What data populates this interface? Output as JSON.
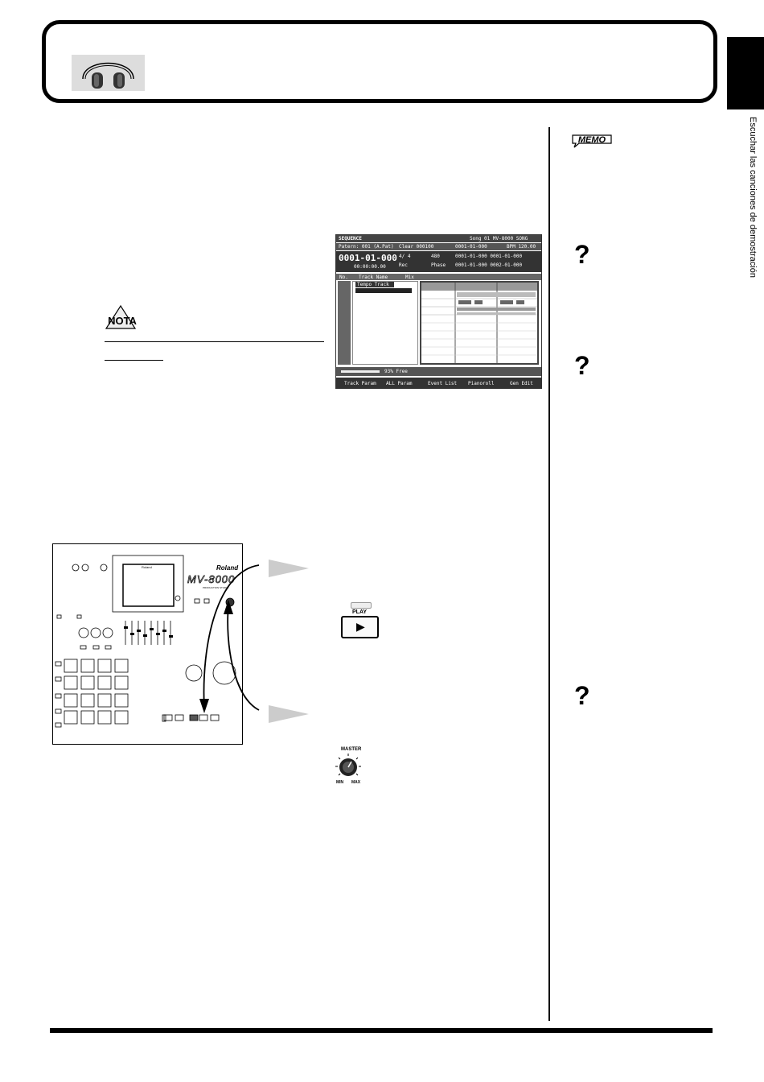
{
  "header": {
    "icon": "headphones-icon"
  },
  "side_tab": {
    "text": "Escuchar las canciones de demostración"
  },
  "margin_notes": {
    "memo_label": "MEMO",
    "help_mark": "?"
  },
  "nota": {
    "label": "NOTA"
  },
  "sequencer_screen": {
    "title": "SEQUENCE",
    "song": "Song 01 MV-8000 SONG",
    "pattern_label": "Patern: 001 (A.Pat)",
    "clear_label": "Clear 000100",
    "locate": "0001-01-000",
    "tempo": "BPM 120.00",
    "position": "0001-01-000",
    "time": "00:00:00.00",
    "meter": "4/ 4",
    "rec_label": "Rec",
    "quantize": "480",
    "mode": "Phase",
    "loop_a": "0001-01-000  0001-01-000",
    "loop_b": "0001-01-000  0002-01-000",
    "col_no": "No.",
    "col_track": "Track Name",
    "col_mix": "Mix",
    "tempo_track": "Tempo Track",
    "free": "93% Free",
    "tabs": [
      "Track Param",
      "ALL Param",
      "Event List",
      "Pianoroll",
      "Gen Edit"
    ]
  },
  "device": {
    "brand": "Roland",
    "model": "MV-8000",
    "model_sub": "PRODUCTION STUDIO",
    "screen_brand": "Roland"
  },
  "play_button": {
    "label": "PLAY",
    "glyph": "▶"
  },
  "master_knob": {
    "label": "MASTER",
    "min": "MIN",
    "max": "MAX"
  }
}
